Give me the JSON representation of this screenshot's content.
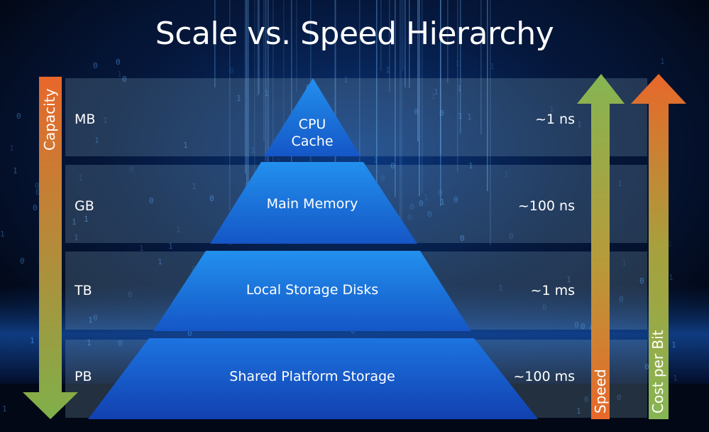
{
  "title": "Scale vs. Speed Hierarchy",
  "tiers": [
    {
      "label_lines": [
        "CPU",
        "Cache"
      ],
      "capacity": "MB",
      "latency": "~1 ns"
    },
    {
      "label_lines": [
        "Main Memory"
      ],
      "capacity": "GB",
      "latency": "~100 ns"
    },
    {
      "label_lines": [
        "Local Storage Disks"
      ],
      "capacity": "TB",
      "latency": "~1 ms"
    },
    {
      "label_lines": [
        "Shared Platform Storage"
      ],
      "capacity": "PB",
      "latency": "~100 ms"
    }
  ],
  "arrows": {
    "capacity": {
      "label": "Capacity",
      "direction": "down",
      "color_top": "#e8672a",
      "color_bottom": "#7fb04a"
    },
    "speed": {
      "label": "Speed",
      "direction": "up",
      "color_top": "#86b553",
      "color_bottom": "#e8672a"
    },
    "cost_per_bit": {
      "label": "Cost per Bit",
      "direction": "up",
      "color_top": "#e8672a",
      "color_bottom": "#86b553"
    }
  },
  "colors": {
    "pyramid_top": "#1e88ea",
    "pyramid_bottom": "#1246b8",
    "band": "#9fc3d6",
    "background": "#020816"
  }
}
